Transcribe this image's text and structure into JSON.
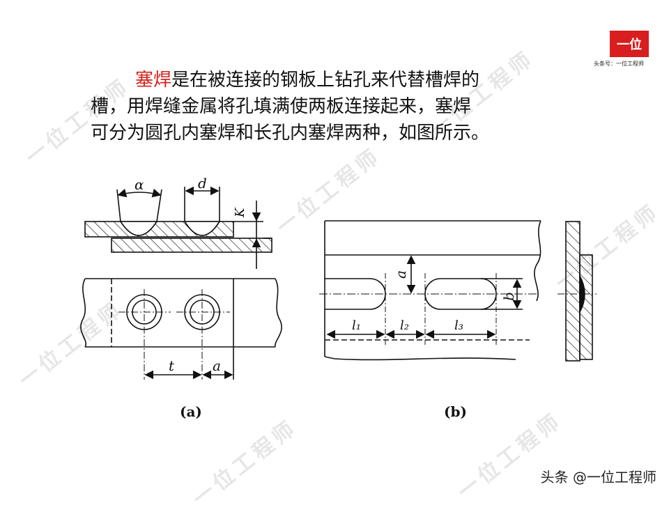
{
  "watermark": {
    "text": "一位工程师"
  },
  "logo": {
    "box_text": "一位",
    "caption": "头条号：一位工程师",
    "brand_color": "#d81e1e"
  },
  "paragraph": {
    "highlight": "塞焊",
    "highlight_color": "#d6231e",
    "line1_rest": "是在被连接的钢板上钻孔来代替槽焊的",
    "line2": "槽，用焊缝金属将孔填满使两板连接起来，塞焊",
    "line3": "可分为圆孔内塞焊和长孔内塞焊两种，如图所示。"
  },
  "figure_a": {
    "caption": "(a)",
    "labels": {
      "alpha": "α",
      "d": "d",
      "K": "K",
      "t": "t",
      "a": "a"
    }
  },
  "figure_b": {
    "caption": "(b)",
    "labels": {
      "a": "a",
      "b": "b",
      "l1": "l₁",
      "l2": "l₂",
      "l3": "l₃"
    }
  },
  "footer": {
    "text": "头条 @一位工程师"
  }
}
